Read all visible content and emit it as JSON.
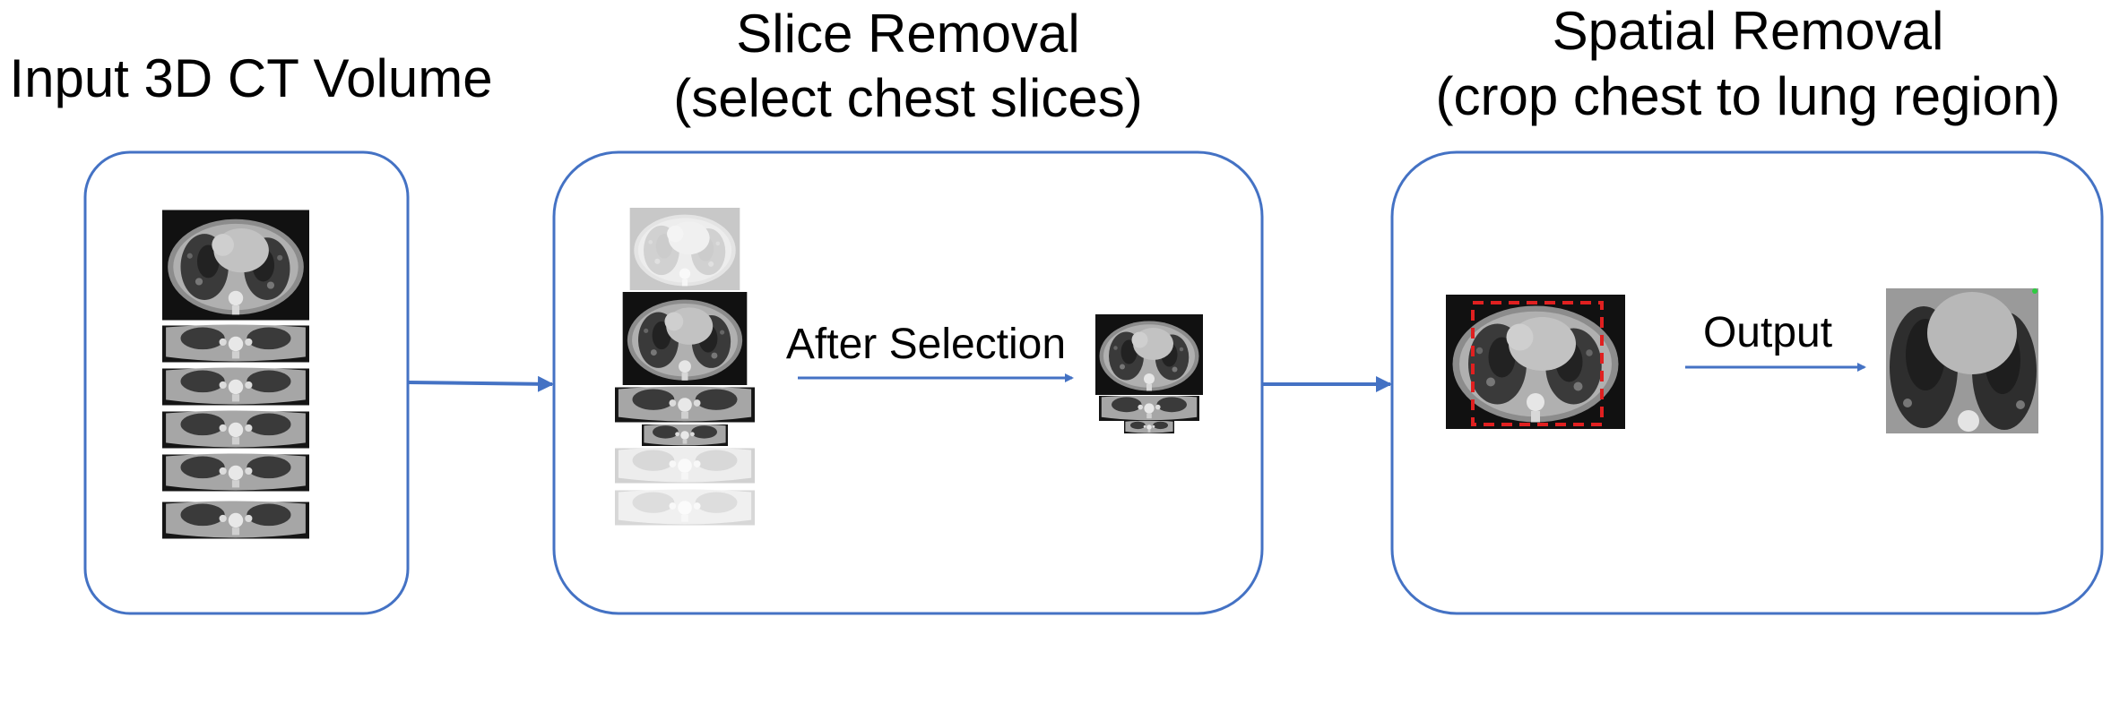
{
  "stages": {
    "input": {
      "title": "Input 3D CT Volume"
    },
    "slice_removal": {
      "title_line1": "Slice Removal",
      "title_line2": "(select chest slices)",
      "arrow_label": "After Selection"
    },
    "spatial_removal": {
      "title_line1": "Spatial Removal",
      "title_line2": "(crop chest to lung region)",
      "arrow_label": "Output"
    }
  },
  "colors": {
    "box_border": "#4472C4",
    "arrow": "#4472C4",
    "crop_box": "#E02020",
    "ct_background": "#111111",
    "ct_body": "#9a9a9a",
    "ct_lung": "#2c2c2c"
  }
}
